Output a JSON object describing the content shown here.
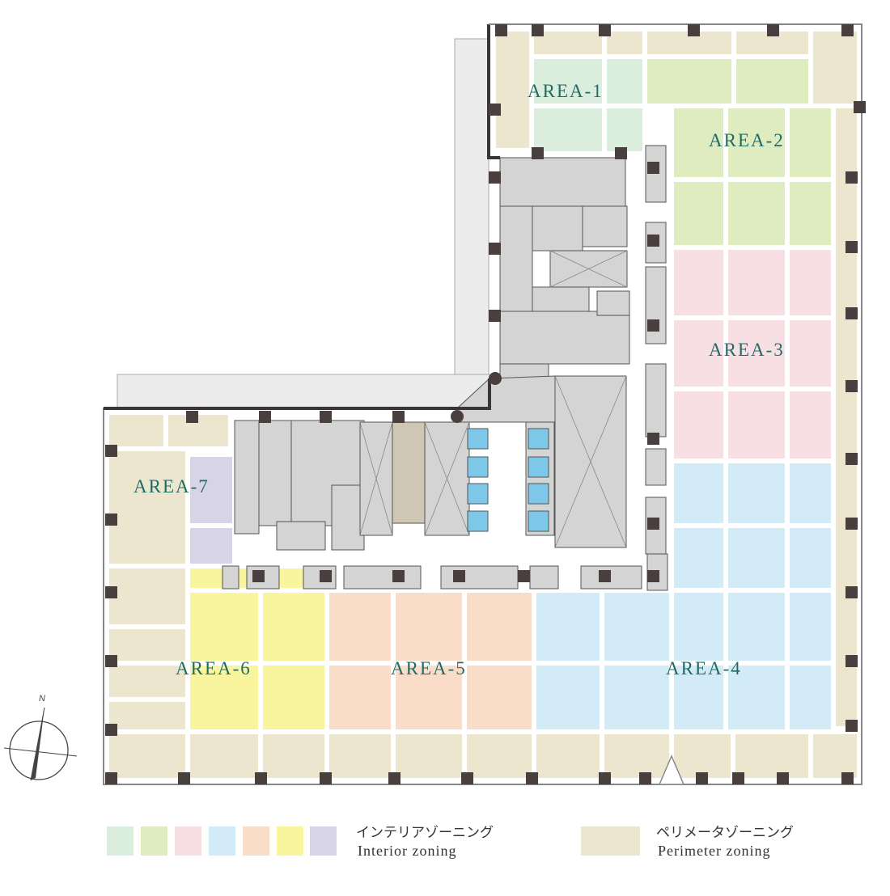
{
  "areas": [
    {
      "label": "AREA-1",
      "color": "#dbeedd"
    },
    {
      "label": "AREA-2",
      "color": "#dfecc0"
    },
    {
      "label": "AREA-3",
      "color": "#f8dfe4"
    },
    {
      "label": "AREA-4",
      "color": "#d3ebf7"
    },
    {
      "label": "AREA-5",
      "color": "#f9ddc8"
    },
    {
      "label": "AREA-6",
      "color": "#f8f59e"
    },
    {
      "label": "AREA-7",
      "color": "#d8d4e8"
    }
  ],
  "colors": {
    "perimeter": "#ece6cf",
    "core": "#d4d4d4",
    "core_dark": "#bdbdbd",
    "elevator": "#7dc8e8",
    "shaft": "#cfc7b4",
    "column": "#4a3f3f",
    "terrace": "#ececec",
    "wall": "#3a3535"
  },
  "legend": {
    "interior_jp": "インテリアゾーニング",
    "interior_en": "Interior zoning",
    "perimeter_jp": "ペリメータゾーニング",
    "perimeter_en": "Perimeter zoning"
  },
  "compass": {
    "north": "N"
  }
}
